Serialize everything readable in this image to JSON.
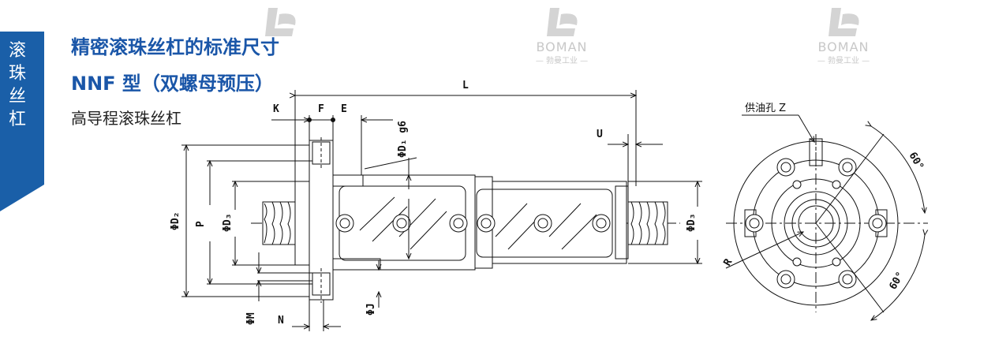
{
  "sidebar": {
    "chars": [
      "滚",
      "珠",
      "丝",
      "杠"
    ],
    "color": "#1a5fa8"
  },
  "title": {
    "line1": "精密滚珠丝杠的标准尺寸",
    "line2": "NNF 型（双螺母预压）",
    "line3": "高导程滚珠丝杠"
  },
  "watermark": {
    "brand": "BOMAN",
    "sub": "— 勃曼工业 —"
  },
  "labels": {
    "K": "K",
    "F": "F",
    "E": "E",
    "L": "L",
    "U": "U",
    "D1g6": "ΦD₁ g6",
    "D2": "ΦD₂",
    "P": "P",
    "D3_left": "ΦD₃",
    "D3_right": "ΦD₃",
    "M": "ΦM",
    "N": "N",
    "J": "ΦJ",
    "Z": "供油孔 Z",
    "R": "R",
    "angle_top": "60°",
    "angle_bottom": "60°"
  },
  "colors": {
    "title": "#1a56a8",
    "line": "#111111",
    "accent": "#1a5fa8"
  }
}
